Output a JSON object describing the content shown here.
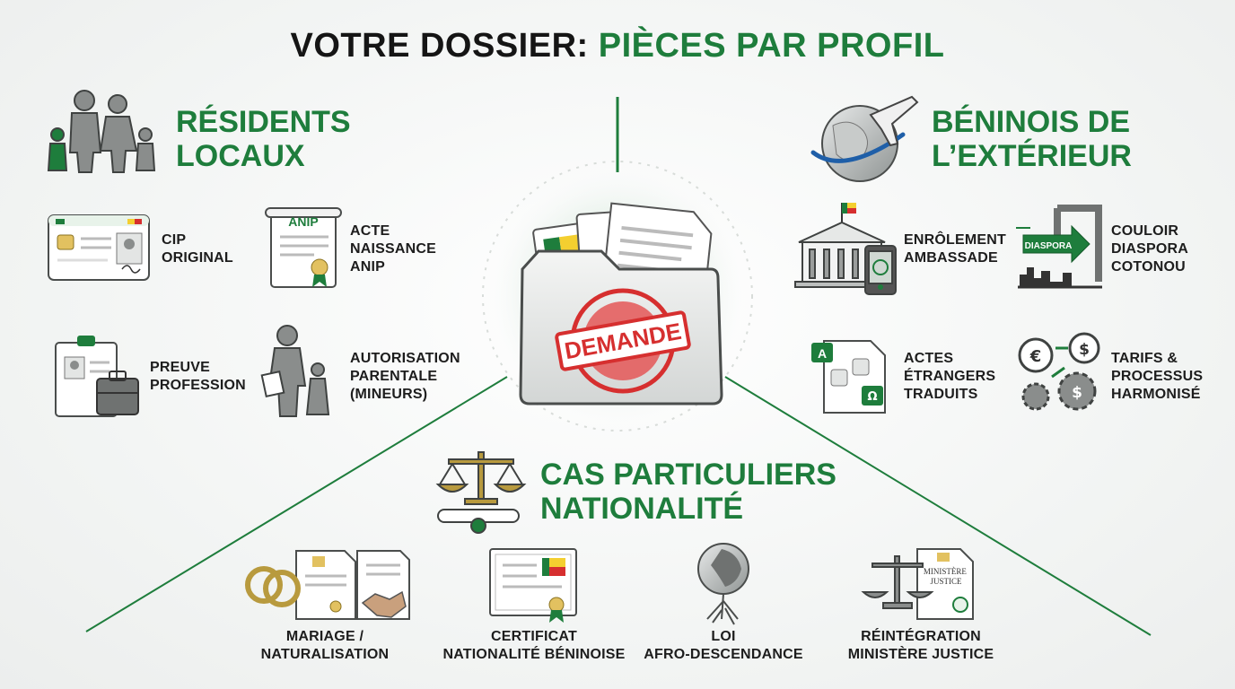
{
  "title": {
    "prefix": "VOTRE DOSSIER:",
    "highlight": "PIÈCES PAR PROFIL"
  },
  "center": {
    "stamp_text": "DEMANDE"
  },
  "sections": {
    "local": {
      "title": "RÉSIDENTS\nLOCAUX",
      "items": [
        {
          "label": "CIP\nORIGINAL",
          "icon": "id-card-icon"
        },
        {
          "label": "ACTE\nNAISSANCE\nANIP",
          "icon": "certificate-scroll-icon",
          "badge": "ANIP"
        },
        {
          "label": "PREUVE\nPROFESSION",
          "icon": "clipboard-briefcase-icon"
        },
        {
          "label": "AUTORISATION\nPARENTALE\n(MINEURS)",
          "icon": "parent-child-icon"
        }
      ]
    },
    "diaspora": {
      "title": "BÉNINOIS DE\nL’EXTÉRIEUR",
      "items": [
        {
          "label": "ENRÔLEMENT\nAMBASSADE",
          "icon": "embassy-fingerprint-icon"
        },
        {
          "label": "COULOIR\nDIASPORA\nCOTONOU",
          "icon": "diaspora-gate-icon",
          "sign": "DIASPORA"
        },
        {
          "label": "ACTES\nÉTRANGERS\nTRADUITS",
          "icon": "translation-document-icon"
        },
        {
          "label": "TARIFS &\nPROCESSUS\nHARMONISÉ",
          "icon": "currency-gears-icon"
        }
      ]
    },
    "nationality": {
      "title": "CAS PARTICULIERS\nNATIONALITÉ",
      "items": [
        {
          "label": "MARIAGE /\nNATURALISATION",
          "icon": "rings-handshake-icon"
        },
        {
          "label": "CERTIFICAT\nNATIONALITÉ BÉNINOISE",
          "icon": "nationality-certificate-icon"
        },
        {
          "label": "LOI\nAFRO-DESCENDANCE",
          "icon": "globe-roots-icon"
        },
        {
          "label": "RÉINTÉGRATION\nMINISTÈRE JUSTICE",
          "icon": "justice-document-icon",
          "doc_text": "MINISTÈRE\nJUSTICE"
        }
      ]
    }
  },
  "colors": {
    "green": "#1e7d3c",
    "dark": "#151515",
    "red": "#d62f2f",
    "yellow": "#f4cf30",
    "gray": "#8a8d8c",
    "gold": "#b89a3e"
  }
}
